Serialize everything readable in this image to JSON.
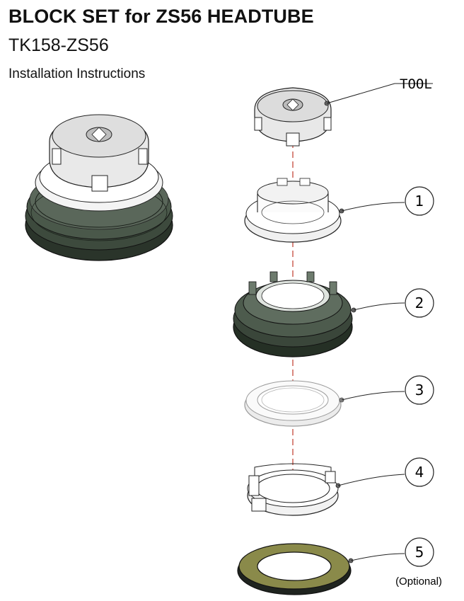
{
  "header": {
    "title": "BLOCK SET for ZS56 HEADTUBE",
    "model": "TK158-ZS56",
    "subtitle": "Installation Instructions"
  },
  "tool_label": "TOOL",
  "callouts": [
    {
      "number": "1",
      "note": ""
    },
    {
      "number": "2",
      "note": ""
    },
    {
      "number": "3",
      "note": ""
    },
    {
      "number": "4",
      "note": ""
    },
    {
      "number": "5",
      "note": "(Optional)"
    }
  ],
  "colors": {
    "line": "#222222",
    "dark_green": "#2f3b2f",
    "olive": "#8a8a4a",
    "axis_red": "#c0392b",
    "light_gray": "#e4e4e4"
  }
}
